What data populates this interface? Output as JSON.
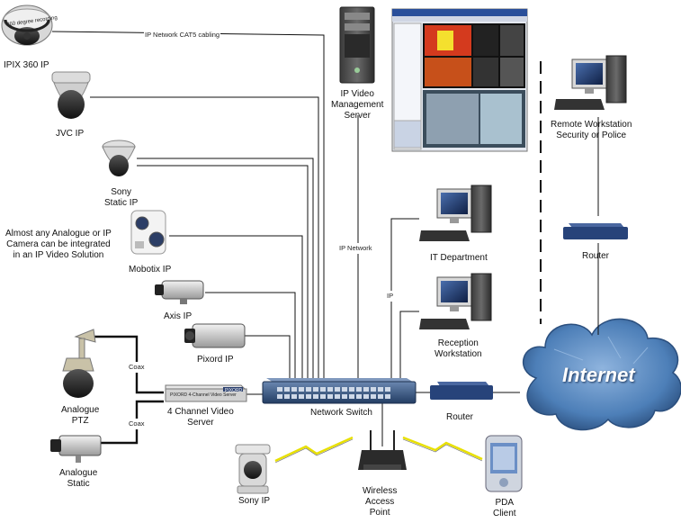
{
  "labels": {
    "ipix": "IPIX 360 IP",
    "ipix_badge": "360 degree recording",
    "cat5": "IP Network CAT5 cabling",
    "jvc": "JVC IP",
    "sony_static_1": "Sony",
    "sony_static_2": "Static IP",
    "almost_1": "Almost any Analogue or IP",
    "almost_2": "Camera can be integrated",
    "almost_3": "in an IP Video Solution",
    "mobotix": "Mobotix IP",
    "axis": "Axis IP",
    "pixord": "Pixord IP",
    "ptz_1": "Analogue",
    "ptz_2": "PTZ",
    "static_1": "Analogue",
    "static_2": "Static",
    "coax_1": "Coax",
    "coax_2": "Coax",
    "video_server_1": "4 Channel Video",
    "video_server_2": "Server",
    "video_server_badge": "PIXORD",
    "video_server_model": "PIXORD 4-Channel Video Server",
    "mgmt_1": "IP Video",
    "mgmt_2": "Management",
    "mgmt_3": "Server",
    "ip_network": "IP Network",
    "ip": "IP",
    "it_dept": "IT Department",
    "reception_1": "Reception",
    "reception_2": "Workstation",
    "switch": "Network Switch",
    "router_1": "Router",
    "router_2": "Router",
    "remote_1": "Remote Workstation",
    "remote_2": "Security or Police",
    "internet": "Internet",
    "sony_ip": "Sony IP",
    "wap_1": "Wireless",
    "wap_2": "Access",
    "wap_3": "Point",
    "pda_1": "PDA",
    "pda_2": "Client"
  },
  "colors": {
    "line": "#111111",
    "cloud": "#4d7fb8",
    "cloud_dark": "#2b4f7e",
    "switch": "#2f4f78",
    "router": "#27437a",
    "wireless": "#e8e000"
  },
  "icons": {
    "cameras": "camera-icon",
    "computers": "workstation-icon",
    "network": "network-switch-icon"
  }
}
